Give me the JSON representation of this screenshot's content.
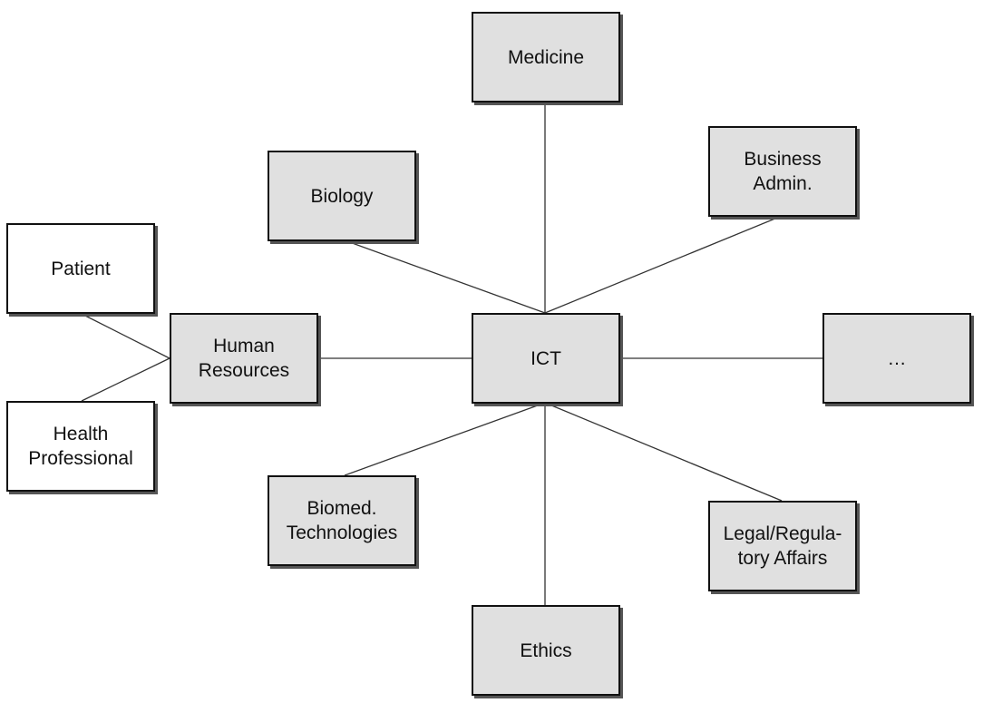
{
  "nodes": {
    "medicine": "Medicine",
    "biology": "Biology",
    "business": "Business\nAdmin.",
    "patient": "Patient",
    "human_resources": "Human\nResources",
    "ict": "ICT",
    "ellipsis": "…",
    "health_professional": "Health\nProfessional",
    "biomed": "Biomed.\nTechnologies",
    "legal": "Legal/Regula-\ntory Affairs",
    "ethics": "Ethics"
  },
  "colors": {
    "box_fill": "#e0e0e0",
    "box_fill_white": "#ffffff",
    "border": "#111111",
    "connector": "#333333"
  }
}
